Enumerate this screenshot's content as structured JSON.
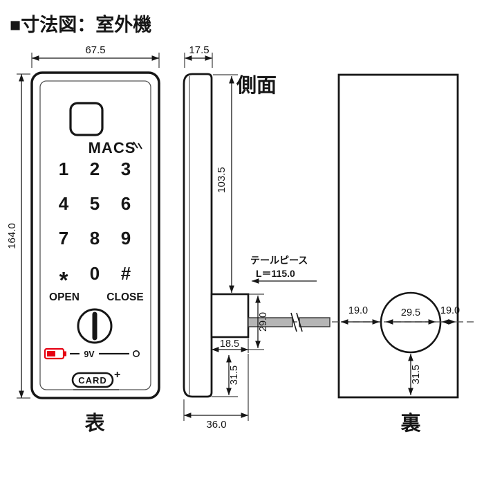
{
  "title": "■寸法図：室外機",
  "front": {
    "label": "表",
    "width_dim": "67.5",
    "height_dim": "164.0",
    "brand": "MACS",
    "keypad": [
      "1",
      "2",
      "3",
      "4",
      "5",
      "6",
      "7",
      "8",
      "9",
      "*",
      "0",
      "#"
    ],
    "open_label": "OPEN",
    "close_label": "CLOSE",
    "battery_label": "9V",
    "card_label": "CARD",
    "card_plus": "+"
  },
  "side": {
    "label": "側面",
    "thickness_dim": "17.5",
    "upper_height_dim": "103.5",
    "tailpiece_name": "テールピース",
    "tailpiece_length": "L＝115.0",
    "box_depth_dim": "18.5",
    "rod_offset_dim": "29.0",
    "lower_height_dim": "31.5",
    "total_depth_dim": "36.0"
  },
  "back": {
    "label": "裏",
    "left_dim": "19.0",
    "hole_dim": "29.5",
    "right_dim": "19.0",
    "below_hole_dim": "31.5"
  },
  "colors": {
    "open_green": "#009944",
    "close_red": "#e60012",
    "battery_red": "#e60012",
    "rod_gray": "#b5b5b5"
  }
}
